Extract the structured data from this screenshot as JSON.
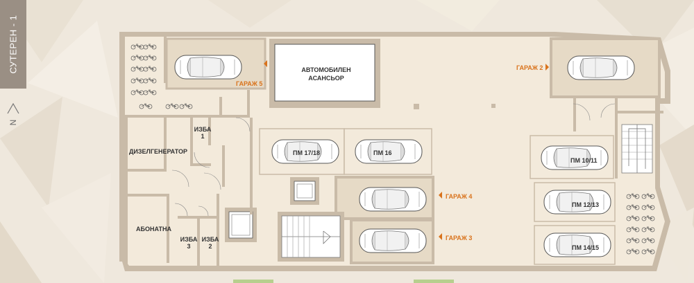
{
  "level_label": "СУТЕРЕН - 1",
  "compass_label": "N",
  "colors": {
    "wall": "#c7b9a6",
    "floor": "#f3eadb",
    "garage_floor": "#e6dac6",
    "accent": "#d9731c",
    "text": "#333333",
    "tab": "#9a8f84"
  },
  "rooms": {
    "car_lift": [
      "АВТОМОБИЛЕН",
      "АСАНСЬОР"
    ],
    "diesel_generator": "ДИЗЕЛГЕНЕРАТОР",
    "substation": "АБОНАТНА",
    "storage_1": [
      "ИЗБА",
      "1"
    ],
    "storage_2": [
      "ИЗБА",
      "2"
    ],
    "storage_3": [
      "ИЗБА",
      "3"
    ]
  },
  "garages": {
    "g5": "ГАРАЖ 5",
    "g2": "ГАРАЖ 2",
    "g4": "ГАРАЖ 4",
    "g3": "ГАРАЖ 3"
  },
  "parking": {
    "pm1718": "ПМ 17/18",
    "pm16": "ПМ 16",
    "pm1011": "ПМ 10/11",
    "pm1213": "ПМ 12/13",
    "pm1415": "ПМ 14/15"
  },
  "icons": {
    "car": "car-icon",
    "bicycle": "bicycle-icon",
    "arrow": "arrow-icon",
    "stairs": "stairs-icon",
    "elevator": "elevator-icon"
  }
}
